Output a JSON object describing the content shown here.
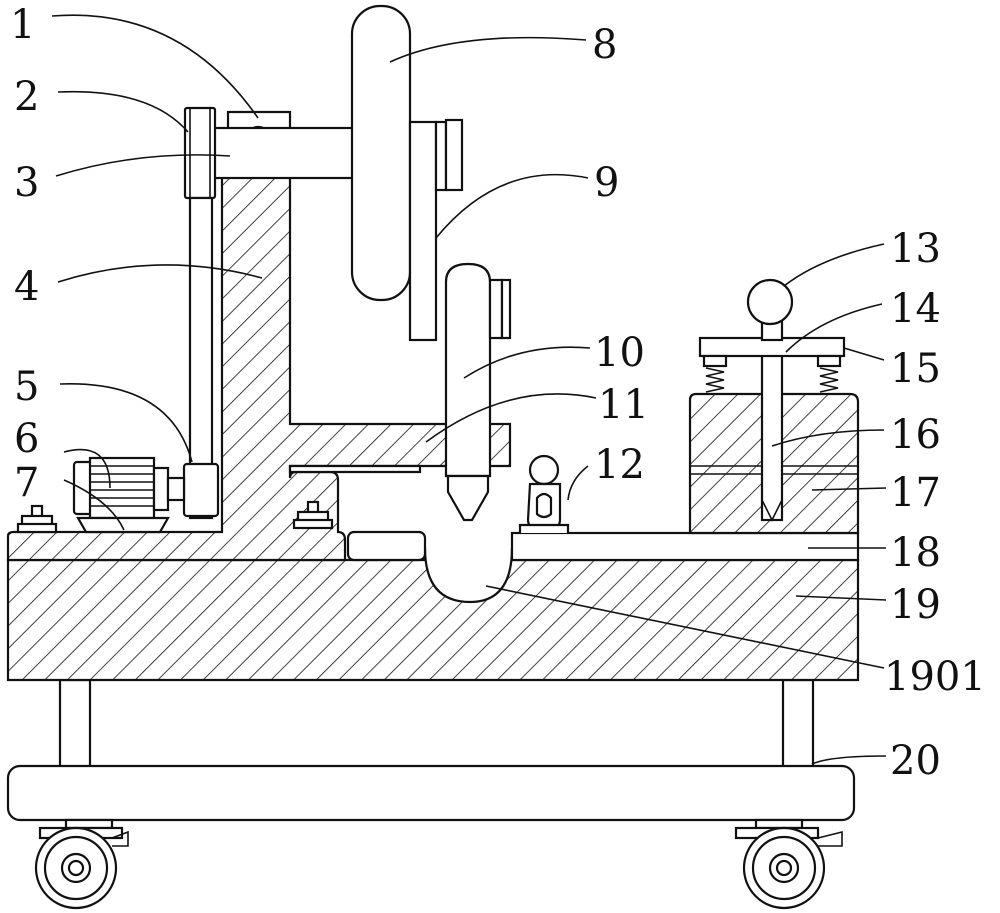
{
  "labels": {
    "l1": "1",
    "l2": "2",
    "l3": "3",
    "l4": "4",
    "l5": "5",
    "l6": "6",
    "l7": "7",
    "l8": "8",
    "l9": "9",
    "l10": "10",
    "l11": "11",
    "l12": "12",
    "l13": "13",
    "l14": "14",
    "l15": "15",
    "l16": "16",
    "l17": "17",
    "l18": "18",
    "l19": "19",
    "l1901": "1901",
    "l20": "20"
  },
  "colors": {
    "ink": "#111111",
    "paper": "#ffffff"
  }
}
